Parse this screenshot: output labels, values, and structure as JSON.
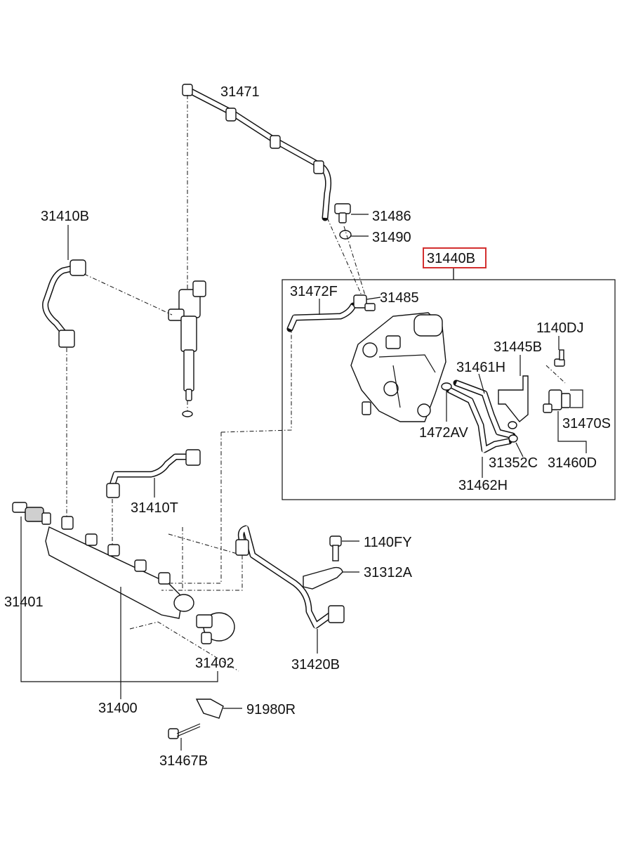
{
  "highlight_color": "#d32f2f",
  "highlighted_part": "31440B",
  "labels": {
    "p31471": "31471",
    "p31410B": "31410B",
    "p31486": "31486",
    "p31490": "31490",
    "p31440B": "31440B",
    "p31472F": "31472F",
    "p31485": "31485",
    "p1140DJ": "1140DJ",
    "p31445B": "31445B",
    "p31461H": "31461H",
    "p1472AV": "1472AV",
    "p31470S": "31470S",
    "p31352C": "31352C",
    "p31460D": "31460D",
    "p31462H": "31462H",
    "p31410T": "31410T",
    "p1140FY": "1140FY",
    "p31312A": "31312A",
    "p31401": "31401",
    "p31402": "31402",
    "p31420B": "31420B",
    "p31400": "31400",
    "p91980R": "91980R",
    "p31467B": "31467B"
  }
}
